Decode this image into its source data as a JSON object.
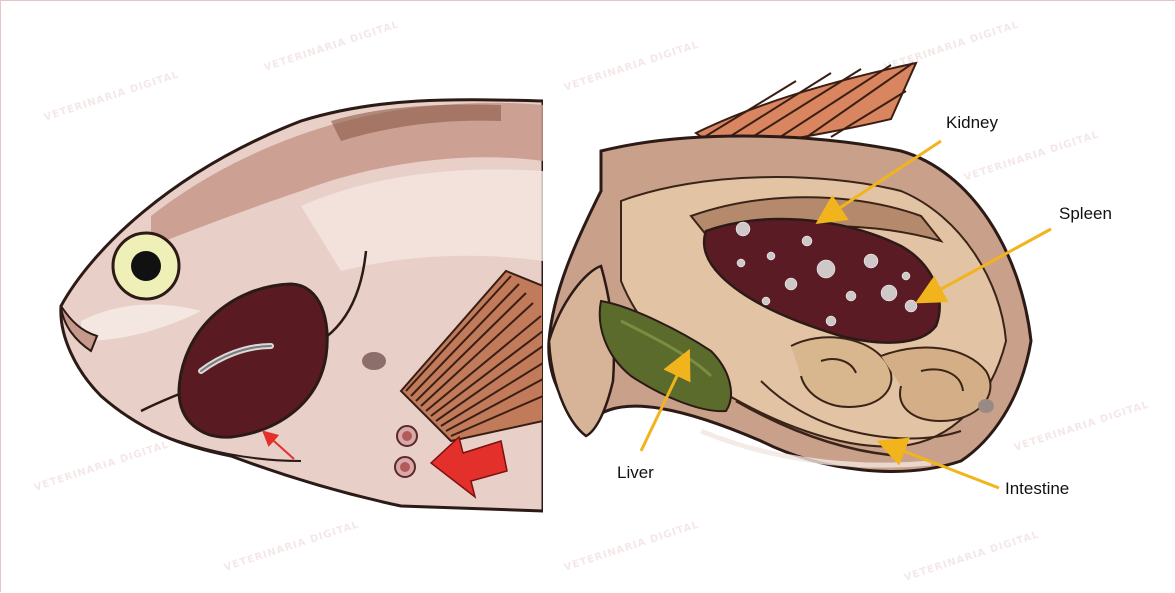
{
  "labels": {
    "kidney": "Kidney",
    "spleen": "Spleen",
    "liver": "Liver",
    "intestine": "Intestine"
  },
  "watermark": "VETERINARIA DIGITAL",
  "colors": {
    "arrow_yellow": "#f2b41d",
    "arrow_red": "#e3302b",
    "gill_dark": "#5a1a22",
    "spleen_dark": "#5b1b25",
    "liver_green": "#5b6b2c",
    "fish_skin": "#e6c8bf"
  }
}
